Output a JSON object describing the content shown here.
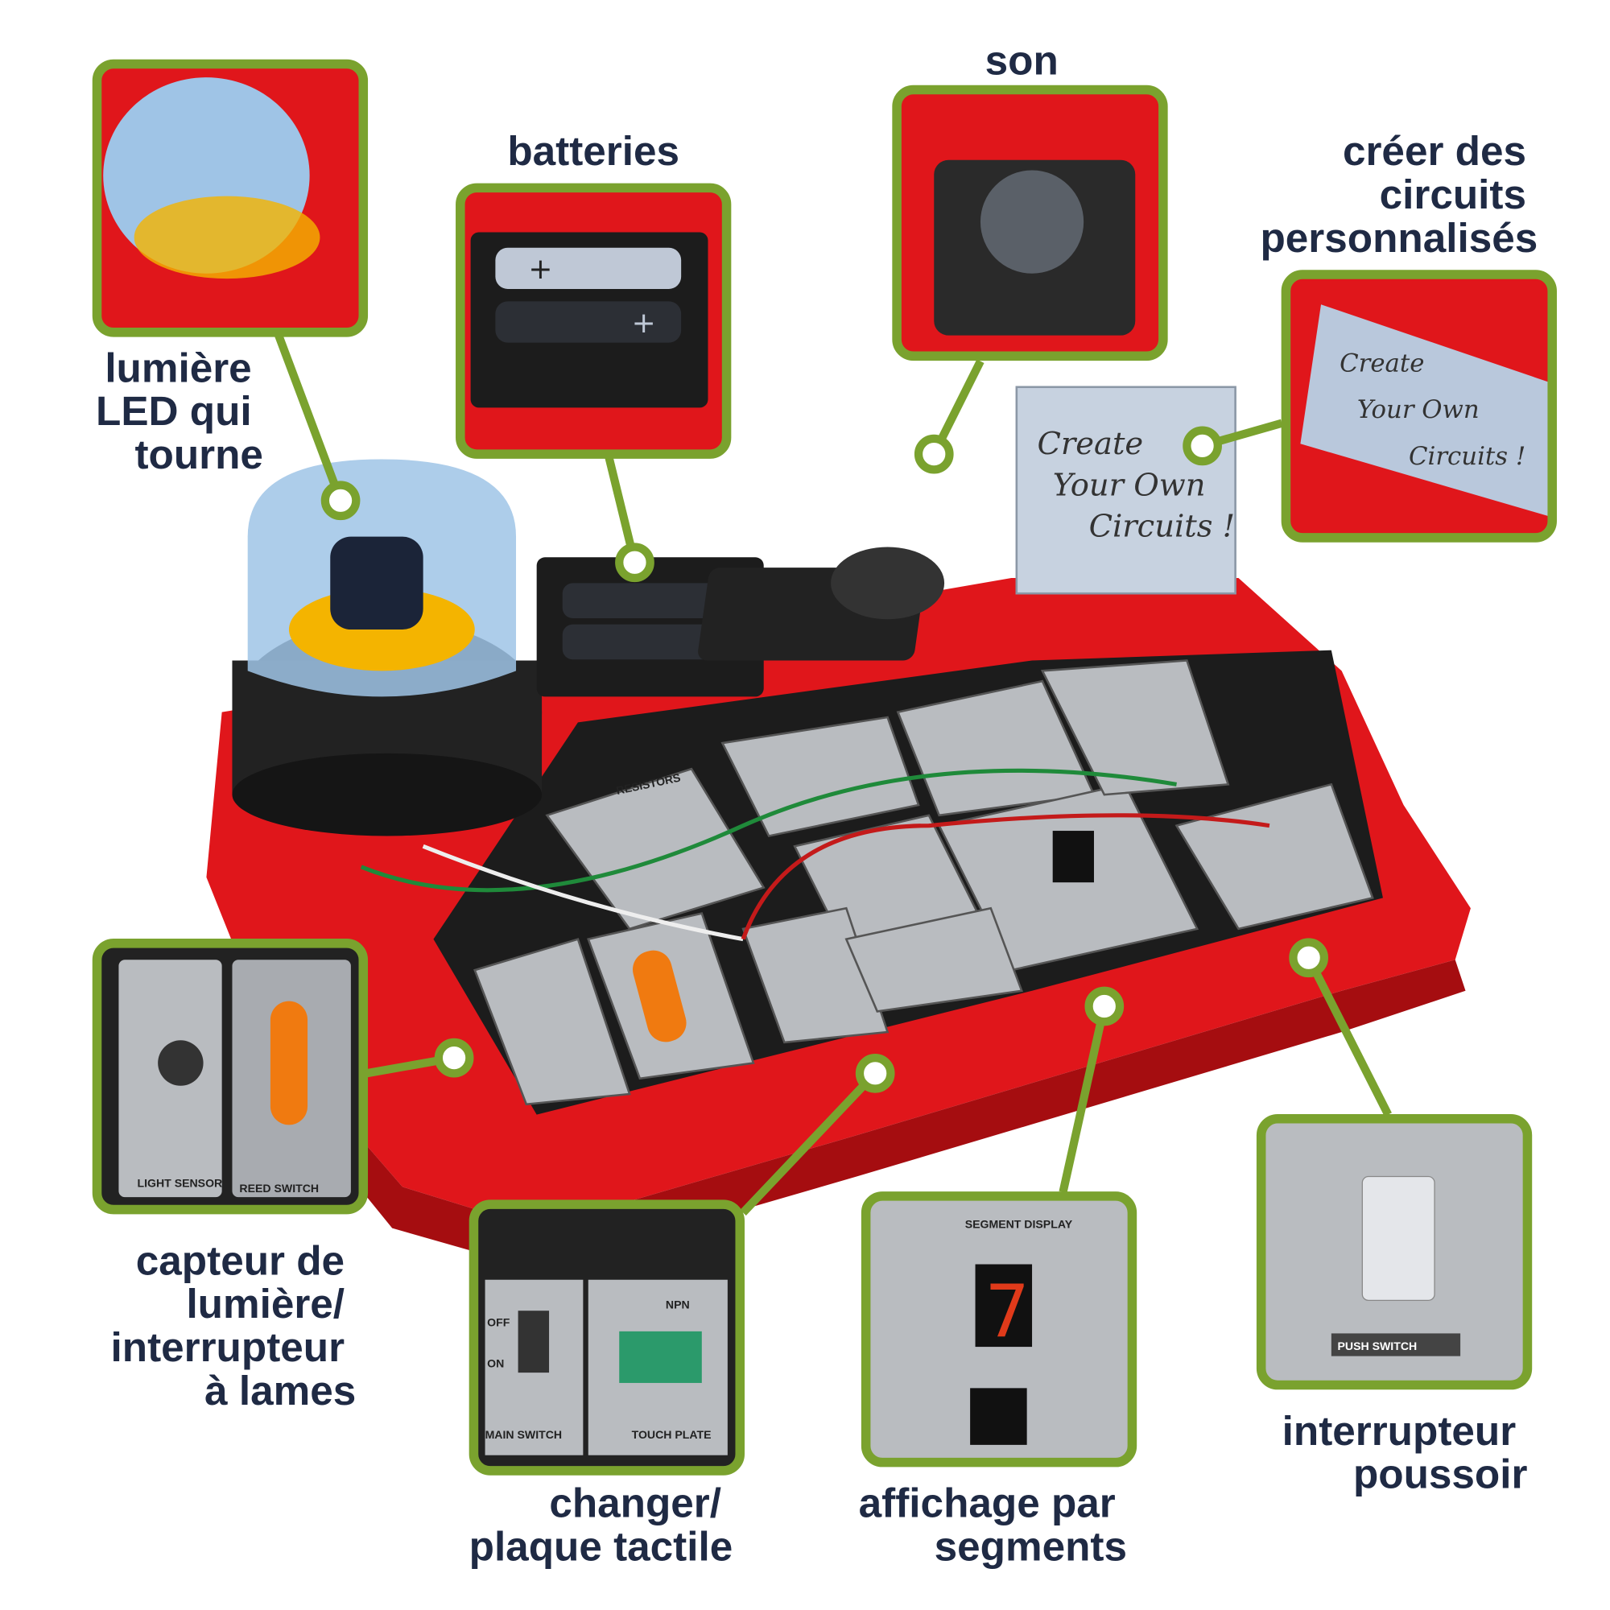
{
  "labels": {
    "led": [
      "lumière",
      "LED qui",
      "tourne"
    ],
    "batteries": [
      "batteries"
    ],
    "sound": [
      "son"
    ],
    "custom": [
      "créer des",
      "circuits",
      "personnalisés"
    ],
    "sensor": [
      "capteur de",
      "lumière/",
      "interrupteur",
      "à lames"
    ],
    "switch": [
      "changer/",
      "plaque tactile"
    ],
    "display": [
      "affichage par",
      "segments"
    ],
    "push": [
      "interrupteur",
      "poussoir"
    ]
  },
  "card_text": [
    "Create",
    "Your Own",
    "Circuits !"
  ],
  "modules": {
    "light_sensor": "LIGHT SENSOR",
    "reed_switch": "REED SWITCH",
    "main_switch": "MAIN SWITCH",
    "touch_plate": "TOUCH PLATE",
    "segment_display": "SEGMENT DISPLAY",
    "segment_digit": "7",
    "push_switch": "PUSH SWITCH",
    "resistors": "RESISTORS",
    "npn": "NPN",
    "off": "OFF",
    "on": "ON"
  },
  "colors": {
    "accent": "#7aa22e",
    "tray": "#e0161b",
    "text": "#1f2a44"
  }
}
